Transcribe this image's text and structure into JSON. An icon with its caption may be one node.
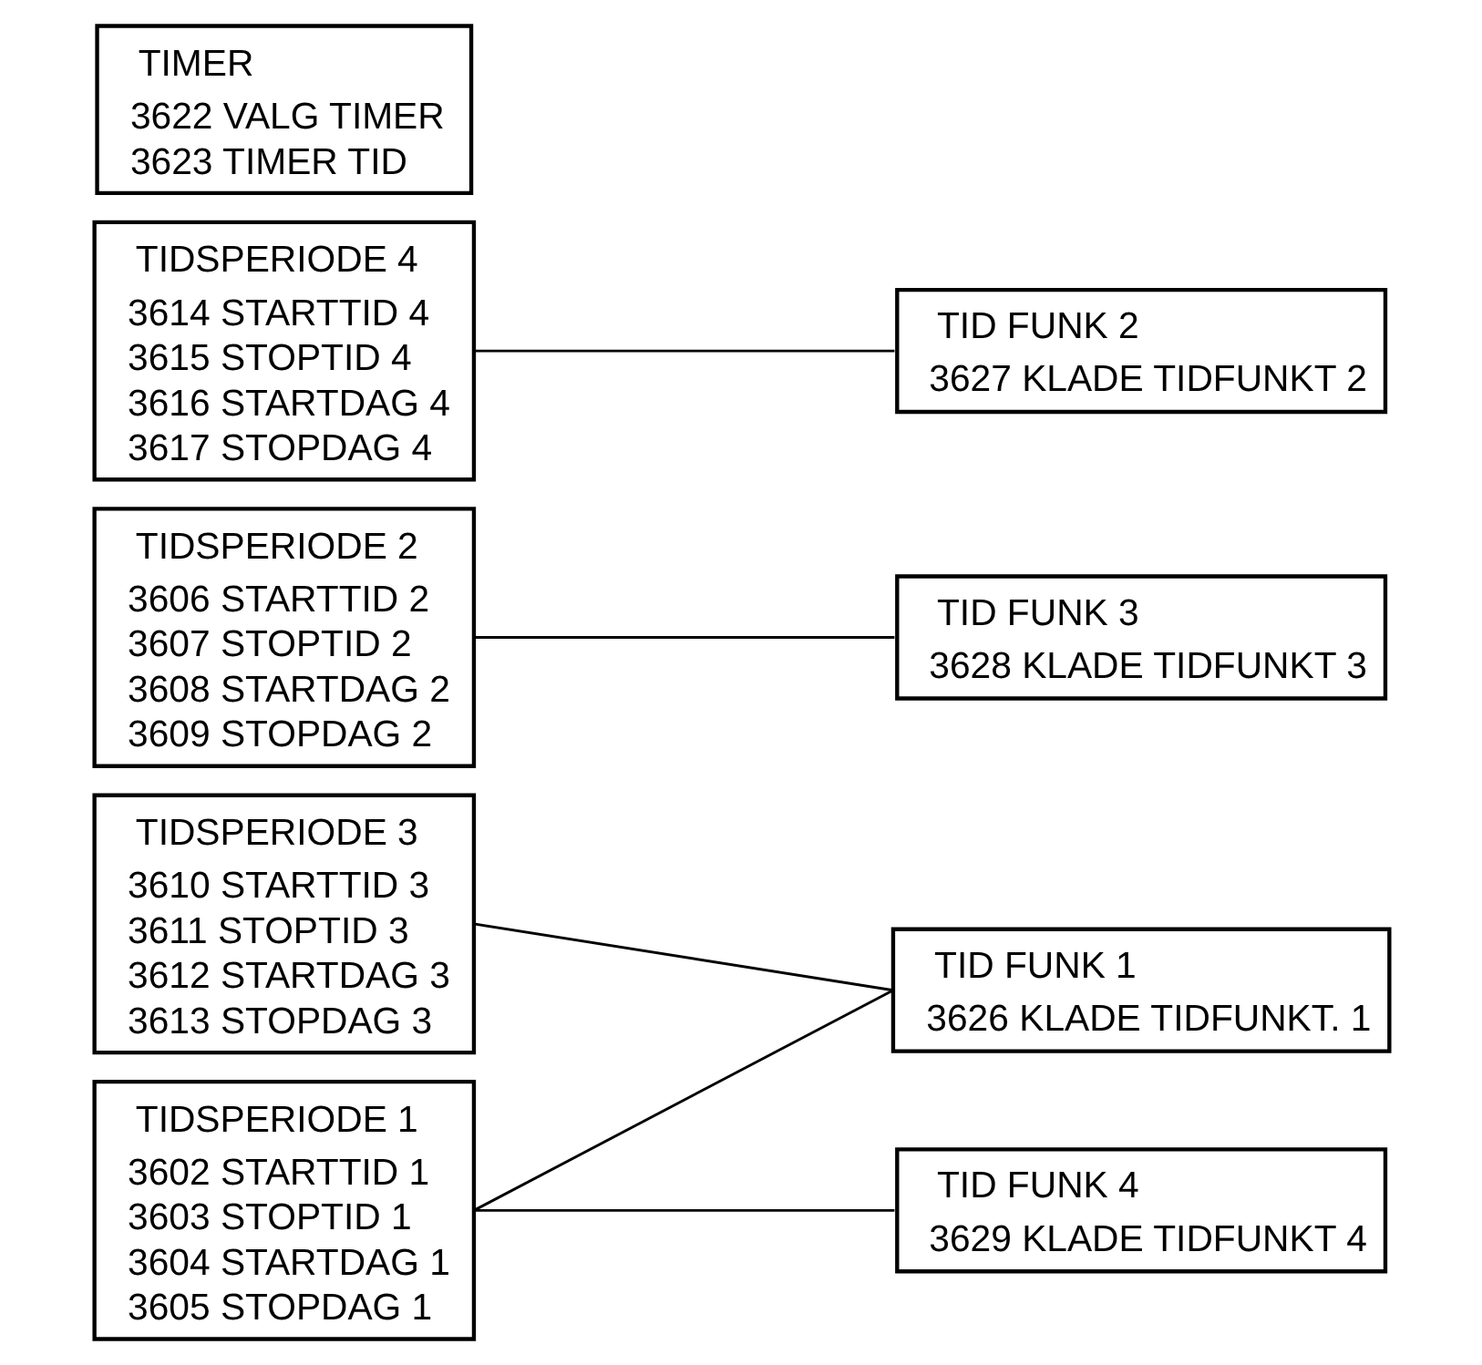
{
  "diagram": {
    "nodes": [
      {
        "text": [
          "TIDSPERIODE 1",
          "3602 STARTTID 1",
          "3603 STOPTID 1",
          "3604 STARTDAG 1",
          "3605 STOPDAG 1"
        ]
      },
      {
        "text": [
          "TIDSPERIODE 2",
          "3606 STARTTID 2",
          "3607 STOPTID 2",
          "3608 STARTDAG 2",
          "3609 STOPDAG 2"
        ]
      },
      {
        "text": [
          "TIDSPERIODE 3",
          "3610 STARTTID 3",
          "3611 STOPTID 3",
          "3612 STARTDAG 3",
          "3613 STOPDAG 3"
        ]
      },
      {
        "text": [
          "TIDSPERIODE 4",
          "3614 STARTTID 4",
          "3615 STOPTID 4",
          "3616 STARTDAG 4",
          "3617 STOPDAG 4"
        ]
      },
      {
        "text": [
          "TIMER",
          "3622 VALG TIMER",
          "3623 TIMER TID"
        ]
      },
      {
        "text": [
          "TID FUNK 1",
          "3626 KLADE TIDFUNKT. 1"
        ]
      },
      {
        "text": [
          "TID FUNK 2",
          "3627 KLADE TIDFUNKT 2"
        ]
      },
      {
        "text": [
          "TID FUNK 3",
          "3628 KLADE TIDFUNKT 3"
        ]
      },
      {
        "text": [
          "TID FUNK 4",
          "3629 KLADE TIDFUNKT 4"
        ]
      }
    ],
    "edges": [
      {
        "from": 0,
        "to": 5,
        "arrow": "none"
      },
      {
        "from": 0,
        "to": 8,
        "arrow": "none"
      },
      {
        "from": 1,
        "to": 7,
        "arrow": "none"
      },
      {
        "from": 2,
        "to": 5,
        "arrow": "none"
      },
      {
        "from": 3,
        "to": 6,
        "arrow": "none"
      }
    ]
  }
}
